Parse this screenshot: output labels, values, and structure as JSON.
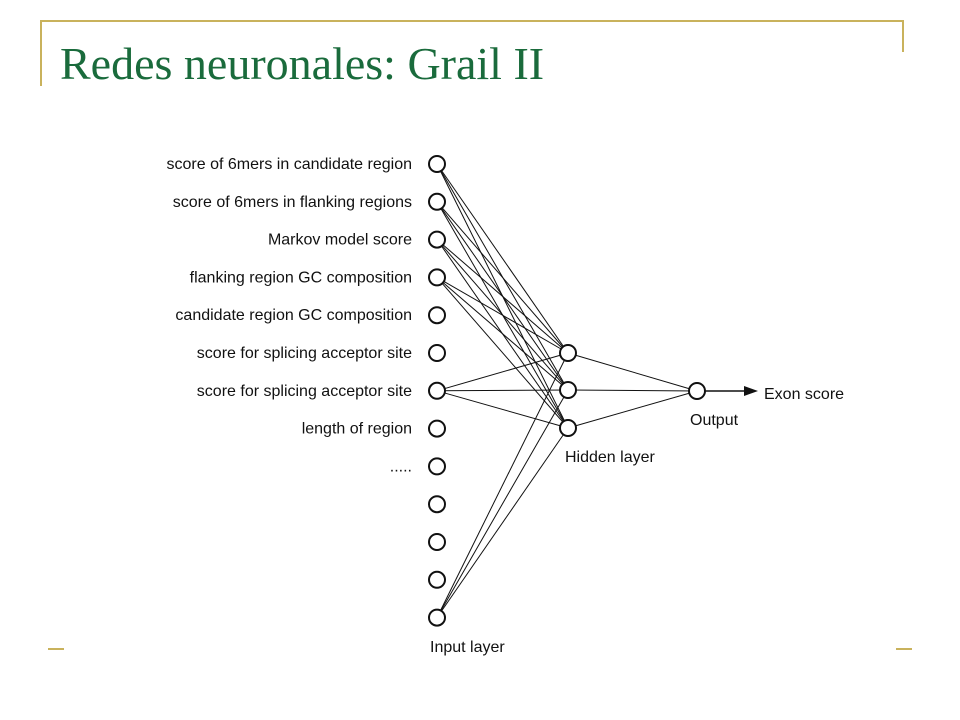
{
  "slide": {
    "title": "Redes neuronales: Grail II"
  },
  "diagram": {
    "input_labels": [
      "score of 6mers in candidate region",
      "score of 6mers in flanking regions",
      "Markov model score",
      "flanking region GC composition",
      "candidate region GC composition",
      "score for splicing acceptor site",
      "score for splicing acceptor site",
      "length of region",
      ".....",
      "",
      "",
      "",
      ""
    ],
    "hidden_layer_label": "Hidden layer",
    "output_label": "Output",
    "result_label": "Exon score",
    "input_layer_label": "Input layer",
    "colors": {
      "title": "#1a6b3c",
      "frame": "#c9b25c",
      "diagram": "#111111"
    }
  }
}
